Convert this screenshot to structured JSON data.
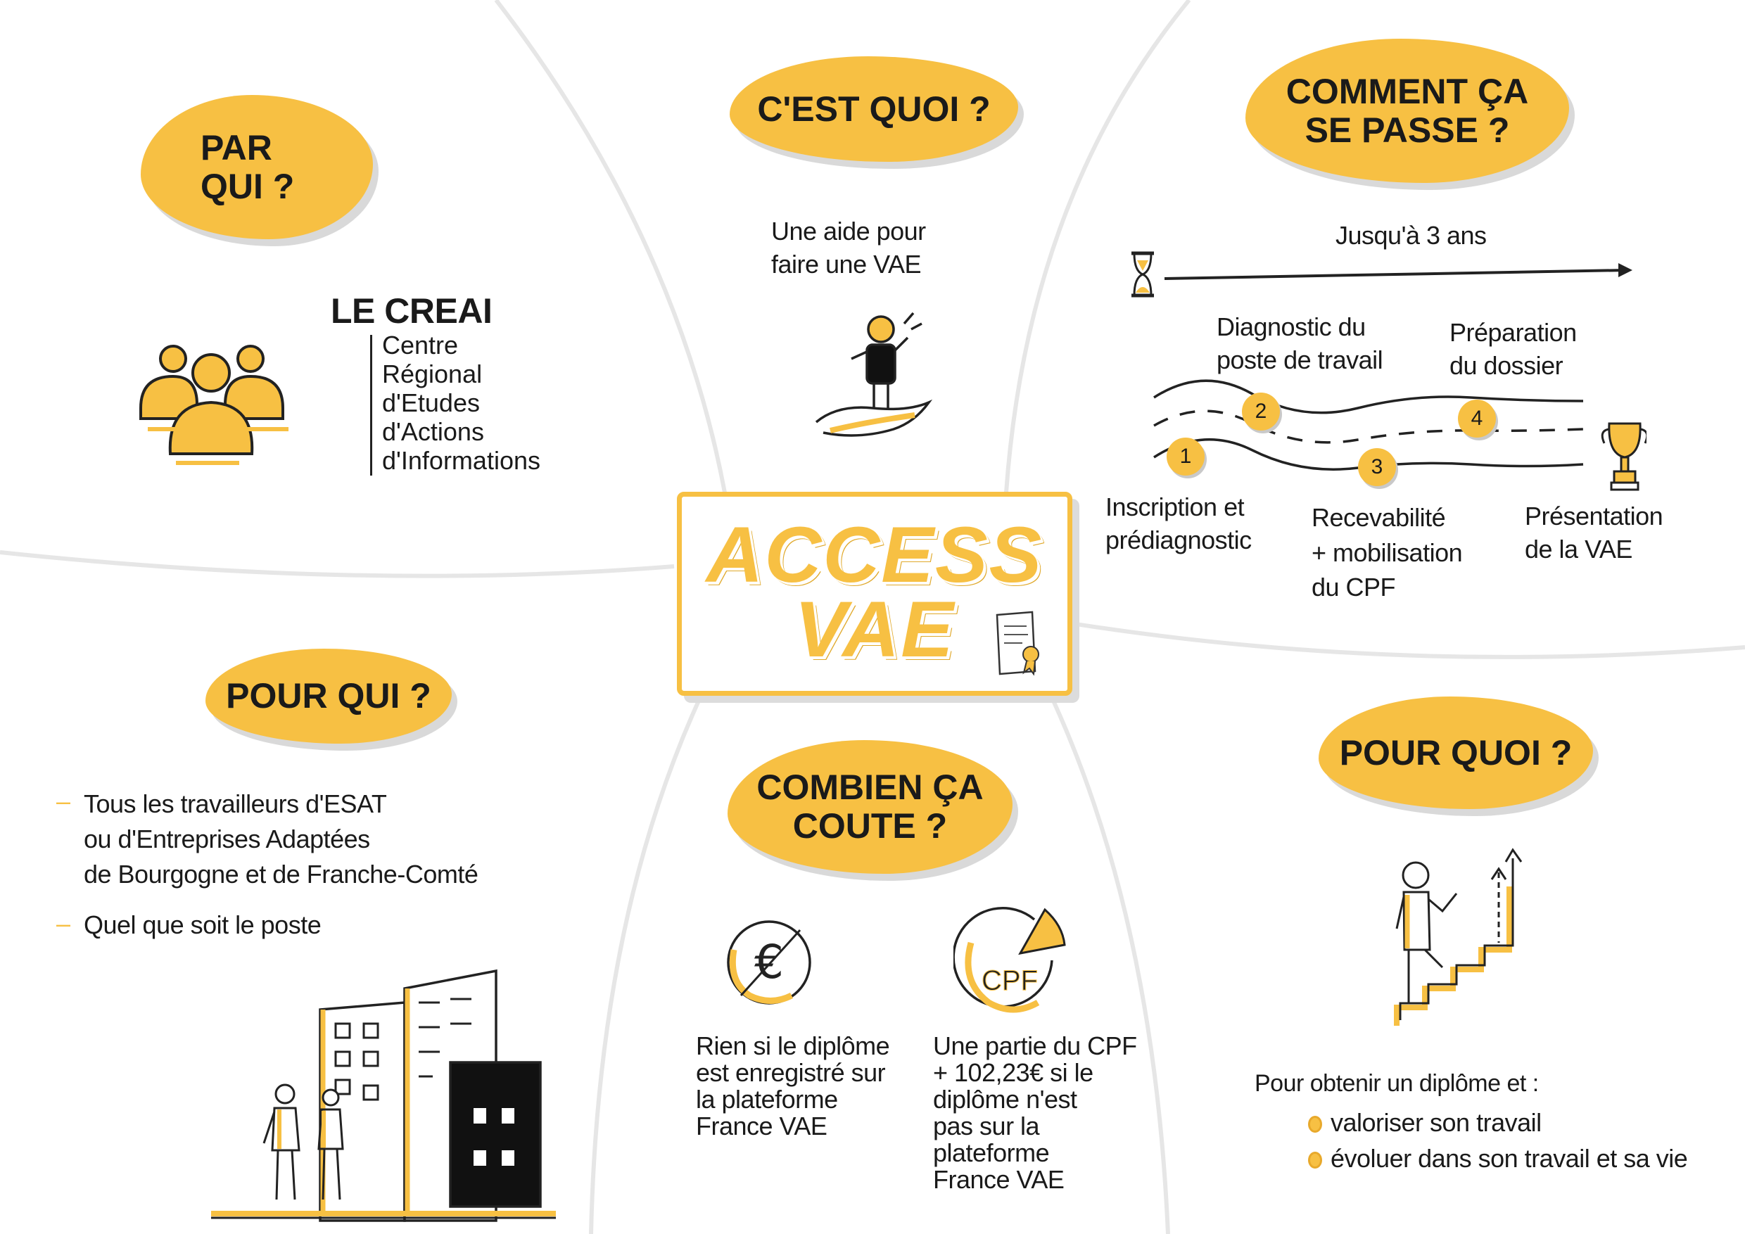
{
  "colors": {
    "accent": "#f7c043",
    "ink": "#1a1a1a",
    "divider": "#e6e6e6"
  },
  "center": {
    "title": "ACCESS\nVAE"
  },
  "par_qui": {
    "title": "PAR\n   QUI ?",
    "org_name": "LE CREAI",
    "org_lines": [
      "Centre",
      "Régional",
      "d'Etudes",
      "d'Actions",
      "d'Informations"
    ]
  },
  "cest_quoi": {
    "title": "C'EST QUOI ?",
    "text": "Une aide pour\nfaire une VAE"
  },
  "comment": {
    "title": "COMMENT ÇA\nSE PASSE ?",
    "duration": "Jusqu'à 3 ans",
    "steps": [
      {
        "num": "1",
        "label": "Inscription et\nprédiagnostic"
      },
      {
        "num": "2",
        "label": "Diagnostic du\nposte de travail"
      },
      {
        "num": "3",
        "label": "Recevabilité\n+ mobilisation\ndu CPF"
      },
      {
        "num": "4",
        "label": "Préparation\ndu dossier"
      }
    ],
    "final": "Présentation\nde la VAE"
  },
  "pour_qui": {
    "title": "POUR QUI ?",
    "items": [
      "Tous les travailleurs d'ESAT\nou d'Entreprises Adaptées\nde Bourgogne et de Franche-Comté",
      "Quel que soit le poste"
    ]
  },
  "combien": {
    "title": "COMBIEN ÇA\nCOUTE ?",
    "euro_symbol": "€",
    "cpf_label": "CPF",
    "free_text": "Rien si le diplôme\nest enregistré sur\nla plateforme\nFrance VAE",
    "cpf_text": "Une partie du CPF\n+ 102,23€ si le\ndiplôme n'est\npas sur la\nplateforme\nFrance VAE"
  },
  "pour_quoi": {
    "title": "POUR QUOI ?",
    "intro": "Pour obtenir un diplôme et :",
    "items": [
      "valoriser son travail",
      "évoluer dans son travail et sa vie"
    ]
  }
}
